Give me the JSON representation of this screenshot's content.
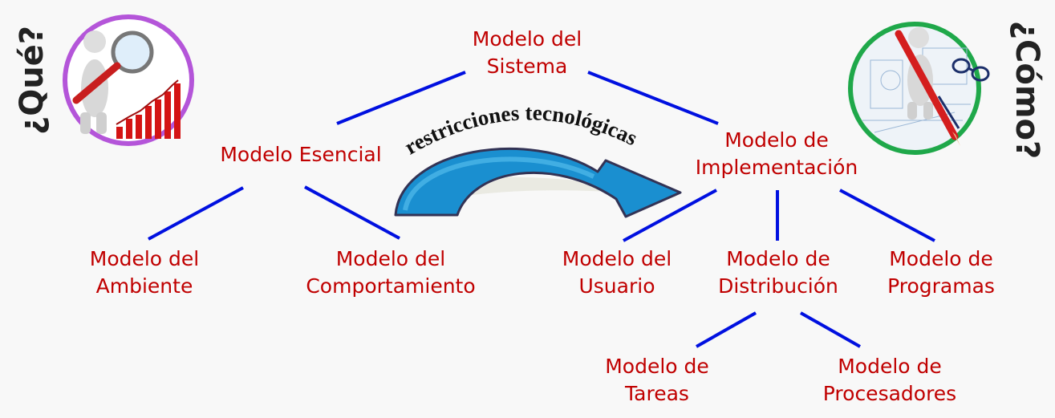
{
  "side_labels": {
    "left": "¿Qué?",
    "right": "¿Cómo?"
  },
  "arrow_label": "restricciones tecnológicas",
  "nodes": {
    "sistema": {
      "l1": "Modelo del",
      "l2": "Sistema"
    },
    "esencial": {
      "l1": "Modelo Esencial"
    },
    "implementacion": {
      "l1": "Modelo de",
      "l2": "Implementación"
    },
    "ambiente": {
      "l1": "Modelo del",
      "l2": "Ambiente"
    },
    "comportamiento": {
      "l1": "Modelo del",
      "l2": "Comportamiento"
    },
    "usuario": {
      "l1": "Modelo del",
      "l2": "Usuario"
    },
    "distribucion": {
      "l1": "Modelo de",
      "l2": "Distribución"
    },
    "programas": {
      "l1": "Modelo de",
      "l2": "Programas"
    },
    "tareas": {
      "l1": "Modelo de",
      "l2": "Tareas"
    },
    "procesadores": {
      "l1": "Modelo de",
      "l2": "Procesadores"
    }
  },
  "colors": {
    "node_text": "#c00000",
    "edge": "#0010e0",
    "left_ring": "#b455d9",
    "right_ring": "#1fa84a",
    "arrow": "#1a8fd0"
  }
}
